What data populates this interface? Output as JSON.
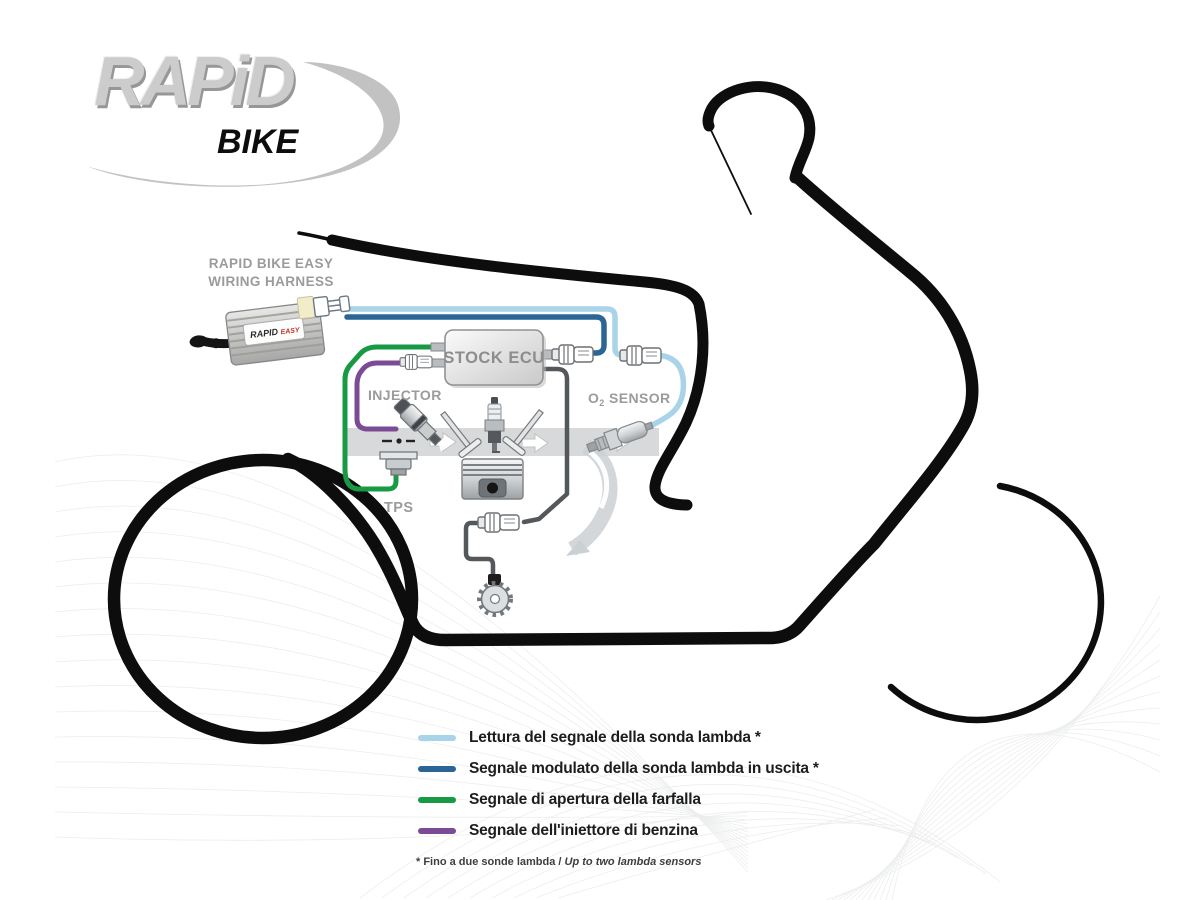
{
  "logo": {
    "primary": "RAPiD",
    "secondary": "BIKE"
  },
  "harness_label": {
    "line1": "RAPID BIKE EASY",
    "line2": "WIRING HARNESS"
  },
  "module_sticker": {
    "brand": "RAPID",
    "variant": "EASY"
  },
  "diagram_labels": {
    "ecu": "STOCK ECU",
    "injector": "INJECTOR",
    "o2_main": "O",
    "o2_sub": "2",
    "o2_rest": " SENSOR",
    "tps": "TPS"
  },
  "legend": {
    "items": [
      {
        "label": "Lettura del segnale della sonda lambda *",
        "color": "#a9d3e9"
      },
      {
        "label": "Segnale modulato della sonda lambda in uscita *",
        "color": "#2b6596"
      },
      {
        "label": "Segnale di apertura della farfalla",
        "color": "#189a44"
      },
      {
        "label": "Segnale dell'iniettore di benzina",
        "color": "#7c4b95"
      }
    ]
  },
  "footnote": {
    "marker_text": "* Fino a due sonde lambda / ",
    "emphasis": "Up to two lambda sensors"
  },
  "colors": {
    "lambda_read_blue": "#a9d3e9",
    "lambda_modulated_blue": "#2b6596",
    "throttle_green": "#189a44",
    "injector_purple": "#7c4b95",
    "sensor_wire_gray": "#55585a",
    "outline_black": "#0d0d0d"
  }
}
